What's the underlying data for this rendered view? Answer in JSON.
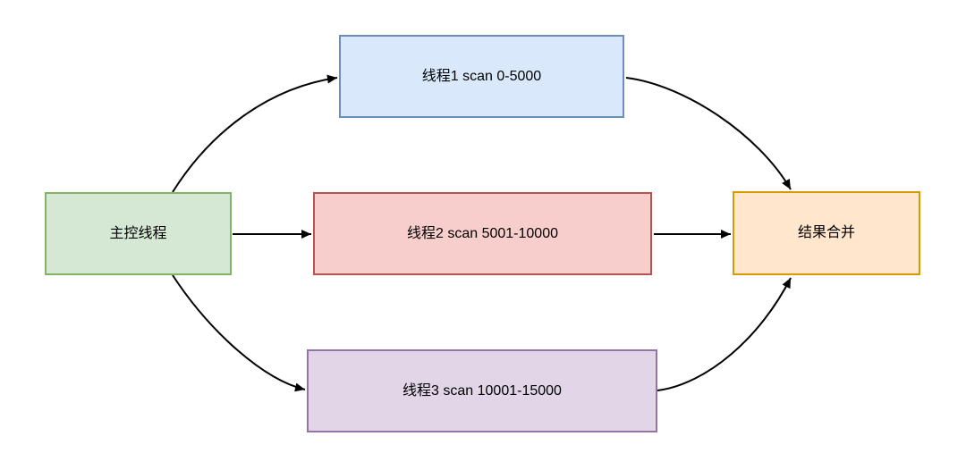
{
  "diagram": {
    "type": "flowchart",
    "background": "#ffffff",
    "arrow_color": "#000000",
    "description": "Master thread dispatches three scan threads whose results are merged"
  },
  "nodes": [
    {
      "id": "master",
      "label": "主控线程",
      "fill": "#d5e8d4",
      "stroke": "#82b366"
    },
    {
      "id": "thread1",
      "label": "线程1 scan 0-5000",
      "fill": "#dae8fc",
      "stroke": "#6c8ebf"
    },
    {
      "id": "thread2",
      "label": "线程2 scan 5001-10000",
      "fill": "#f8cecc",
      "stroke": "#b85450"
    },
    {
      "id": "thread3",
      "label": "线程3 scan 10001-15000",
      "fill": "#e1d5e7",
      "stroke": "#9673a6"
    },
    {
      "id": "merge",
      "label": "结果合并",
      "fill": "#ffe6cc",
      "stroke": "#d79b00"
    }
  ],
  "edges": [
    {
      "from": "master",
      "to": "thread1"
    },
    {
      "from": "master",
      "to": "thread2"
    },
    {
      "from": "master",
      "to": "thread3"
    },
    {
      "from": "thread1",
      "to": "merge"
    },
    {
      "from": "thread2",
      "to": "merge"
    },
    {
      "from": "thread3",
      "to": "merge"
    }
  ]
}
